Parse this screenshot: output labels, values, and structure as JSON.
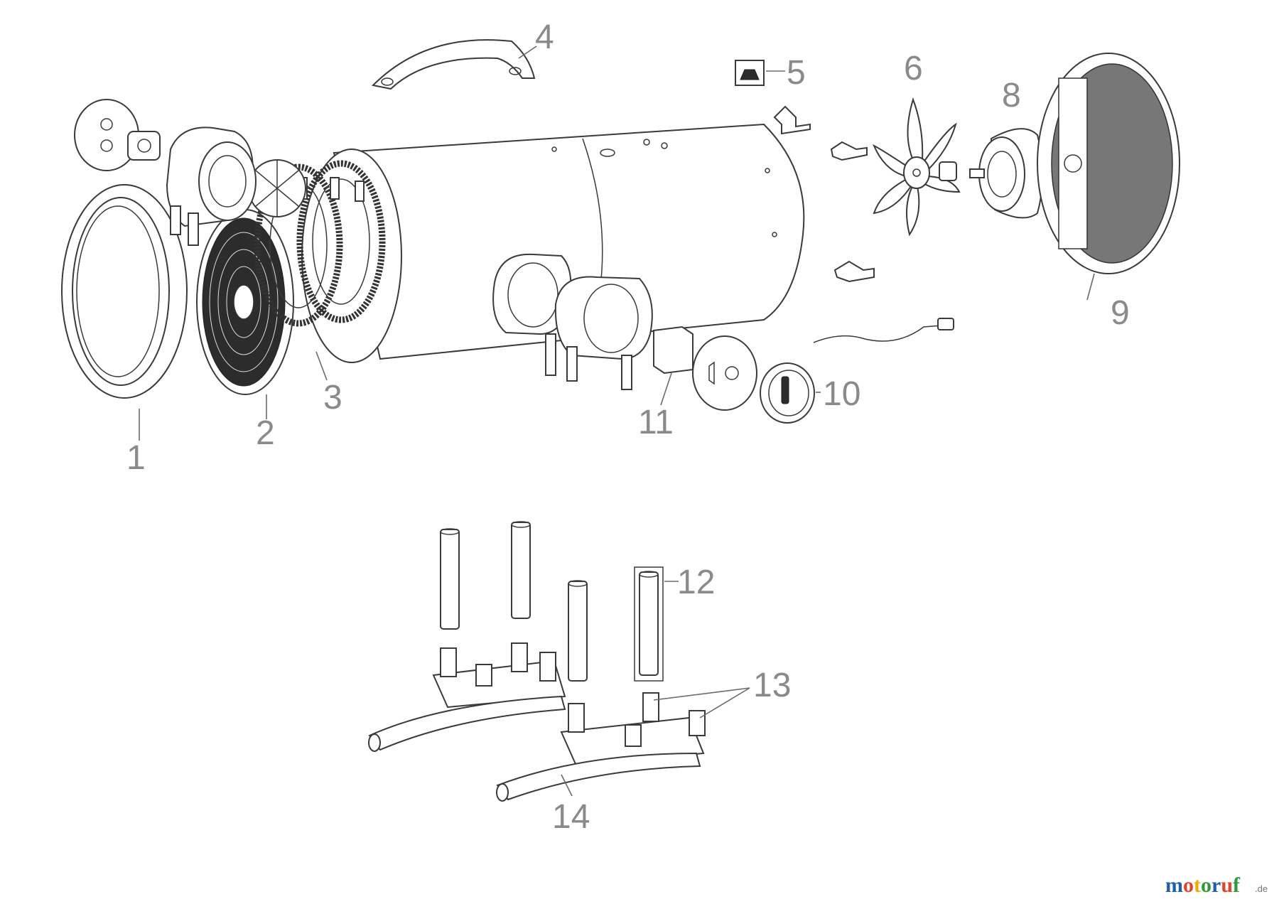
{
  "diagram": {
    "callouts": [
      {
        "id": "1",
        "text": "1"
      },
      {
        "id": "2",
        "text": "2"
      },
      {
        "id": "3",
        "text": "3"
      },
      {
        "id": "4",
        "text": "4"
      },
      {
        "id": "5",
        "text": "5"
      },
      {
        "id": "6",
        "text": "6"
      },
      {
        "id": "8",
        "text": "8"
      },
      {
        "id": "9",
        "text": "9"
      },
      {
        "id": "10",
        "text": "10"
      },
      {
        "id": "11",
        "text": "11"
      },
      {
        "id": "12",
        "text": "12"
      },
      {
        "id": "13",
        "text": "13"
      },
      {
        "id": "14",
        "text": "14"
      }
    ]
  },
  "watermark": {
    "brand_m": "m",
    "brand_o1": "o",
    "brand_t": "t",
    "brand_o2": "o",
    "brand_r": "r",
    "brand_u": "u",
    "brand_f": "f",
    "suffix": ".de",
    "colors": [
      "#1f5fa8",
      "#e3432a",
      "#f2a900",
      "#2f9a3d",
      "#1f5fa8",
      "#e3432a",
      "#2f9a3d"
    ]
  }
}
